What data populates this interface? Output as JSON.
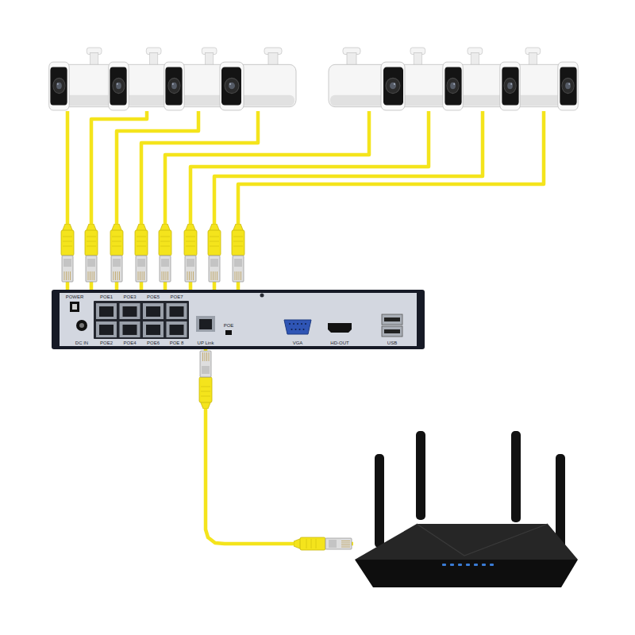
{
  "diagram": {
    "nodes": [
      {
        "text": []
      },
      {
        "text": []
      },
      {
        "text": []
      },
      {
        "text": []
      },
      {
        "text": []
      },
      {
        "text": []
      },
      {
        "text": []
      },
      {
        "text": []
      },
      {
        "text": [
          "POWER",
          "POE1",
          "POE3",
          "POE5",
          "POE7",
          "POE",
          "DC IN",
          "POE2",
          "POE4",
          "POE6",
          "POE 8",
          "UP Link",
          "VGA",
          "HD-OUT",
          "USB"
        ]
      },
      {
        "text": []
      }
    ],
    "edges": [
      {
        "from": 0,
        "to": 8,
        "arrow": "none"
      },
      {
        "from": 1,
        "to": 8,
        "arrow": "none"
      },
      {
        "from": 2,
        "to": 8,
        "arrow": "none"
      },
      {
        "from": 3,
        "to": 8,
        "arrow": "none"
      },
      {
        "from": 4,
        "to": 8,
        "arrow": "none"
      },
      {
        "from": 5,
        "to": 8,
        "arrow": "none"
      },
      {
        "from": 6,
        "to": 8,
        "arrow": "none"
      },
      {
        "from": 7,
        "to": 8,
        "arrow": "none"
      },
      {
        "from": 8,
        "to": 9,
        "arrow": "none"
      }
    ]
  }
}
